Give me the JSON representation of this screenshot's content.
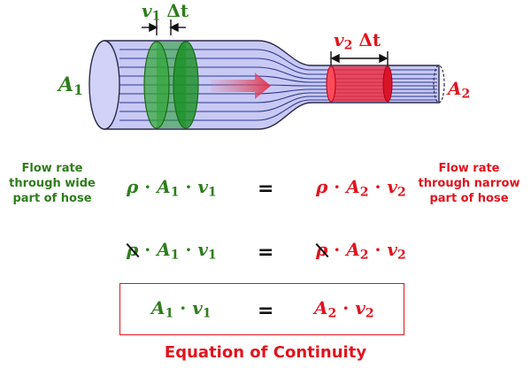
{
  "colors": {
    "green": "#2f7d1d",
    "red": "#e0141e",
    "hose_fill": "#c9c9f6",
    "hose_stroke": "#2a2a4a",
    "arrow": "#e06a7e",
    "box": "#e0141e"
  },
  "diagram": {
    "area_wide": {
      "sym": "A",
      "sub": "1"
    },
    "area_narrow": {
      "sym": "A",
      "sub": "2"
    },
    "length_wide": {
      "v": "v",
      "sub": "1",
      "dt": "Δt"
    },
    "length_narrow": {
      "v": "v",
      "sub": "2",
      "dt": "Δt"
    }
  },
  "labels": {
    "left": [
      "Flow rate",
      "through wide",
      "part of hose"
    ],
    "right": [
      "Flow rate",
      "through narrow",
      "part of hose"
    ]
  },
  "equations": {
    "row1_left": {
      "rho": "ρ",
      "a": "A",
      "a_sub": "1",
      "v": "v",
      "v_sub": "1"
    },
    "row1_right": {
      "rho": "ρ",
      "a": "A",
      "a_sub": "2",
      "v": "v",
      "v_sub": "2"
    },
    "dot": "·",
    "equals": "=",
    "row3_left": {
      "a": "A",
      "a_sub": "1",
      "v": "v",
      "v_sub": "1"
    },
    "row3_right": {
      "a": "A",
      "a_sub": "2",
      "v": "v",
      "v_sub": "2"
    }
  },
  "title": "Equation of Continuity"
}
